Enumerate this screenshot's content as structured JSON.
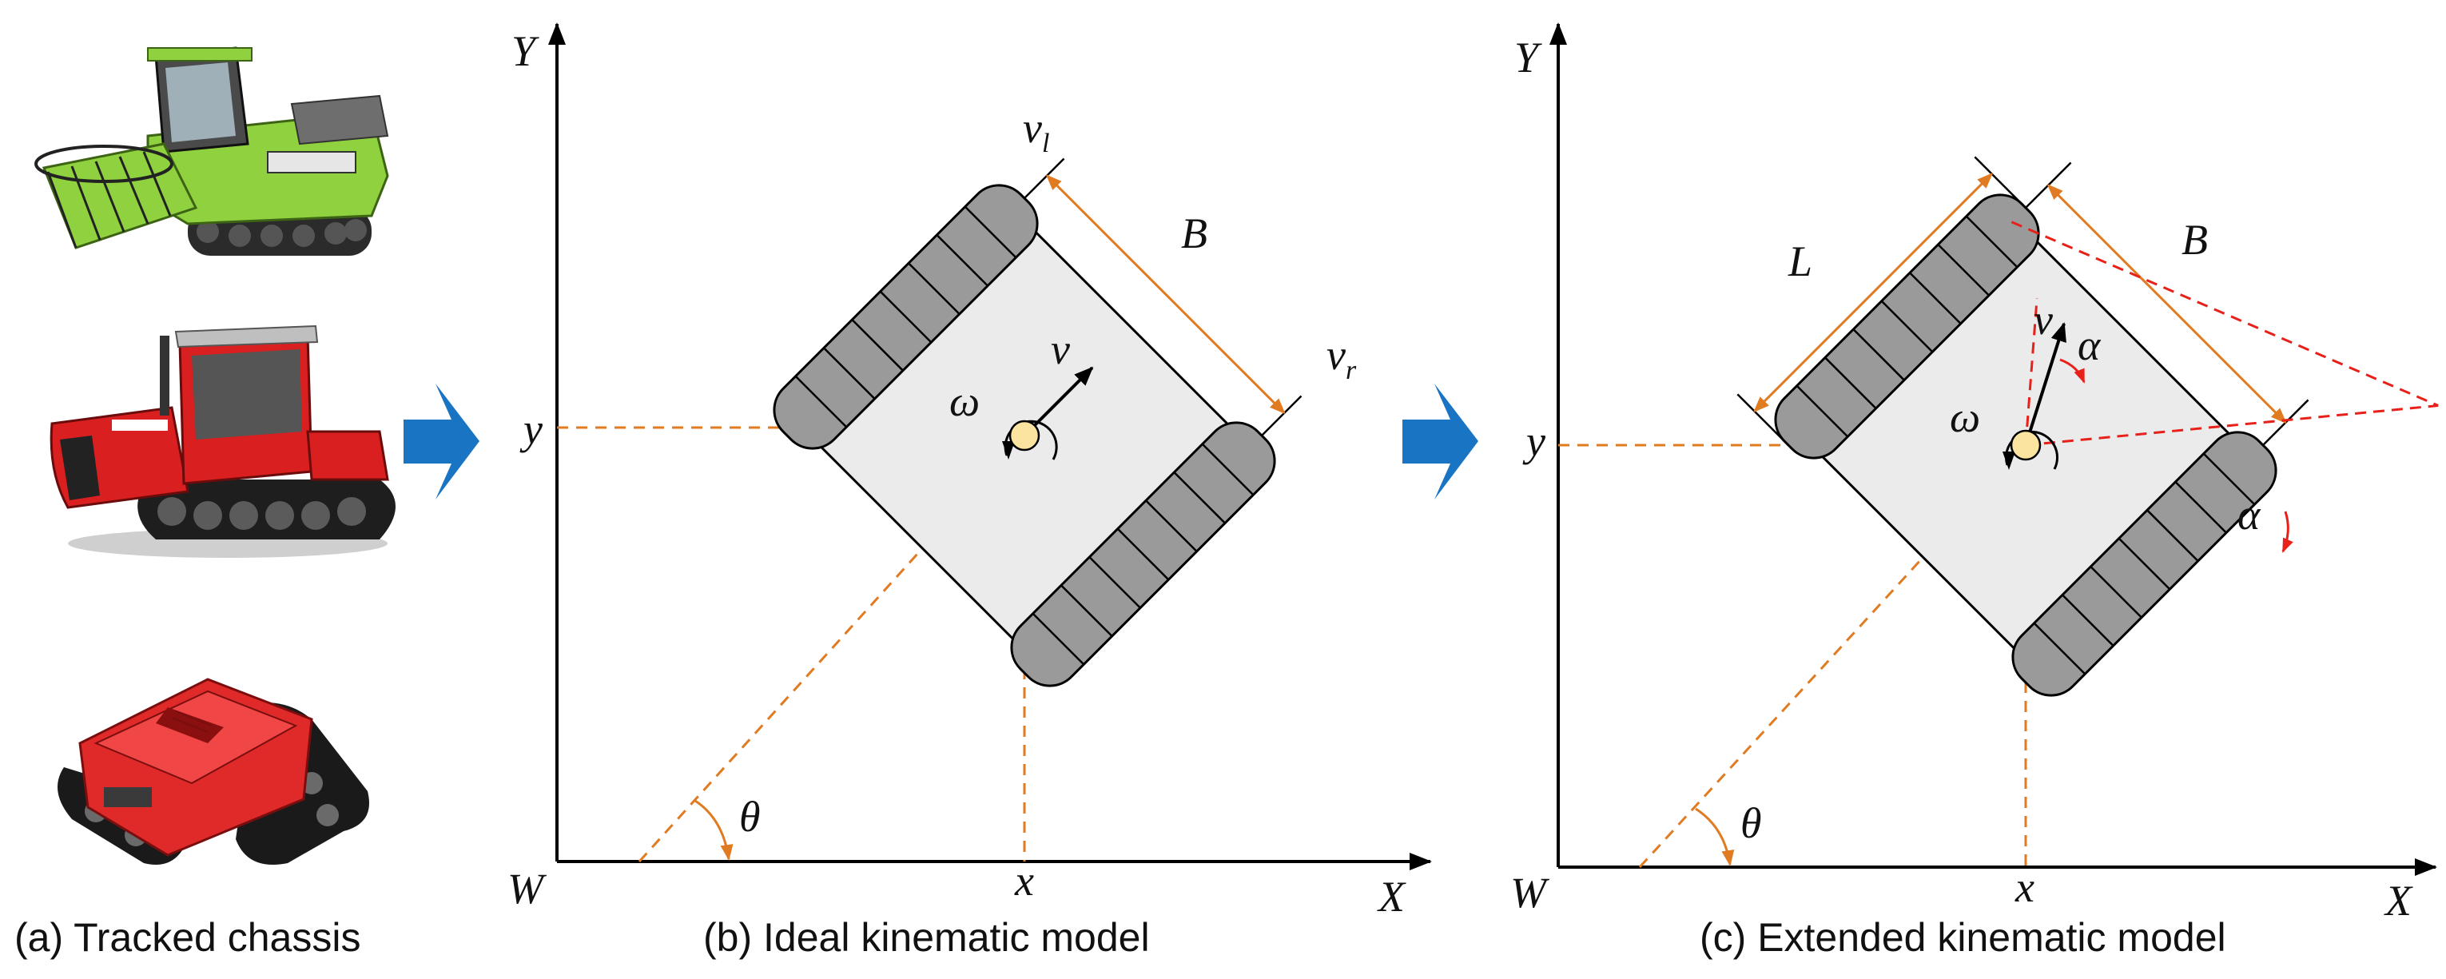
{
  "panels": {
    "a": {
      "caption": "(a) Tracked chassis",
      "images": [
        "combine-harvester",
        "crawler-tractor",
        "remote-control-tracked-mower"
      ]
    },
    "b": {
      "caption": "(b) Ideal kinematic model",
      "labels": {
        "Y": "Y",
        "X": "X",
        "W": "W",
        "x": "x",
        "y": "y",
        "v": "v",
        "omega": "ω",
        "theta": "θ",
        "B": "B",
        "vl": "v",
        "vl_sub": "l",
        "vr": "v",
        "vr_sub": "r"
      }
    },
    "c": {
      "caption": "(c) Extended kinematic model",
      "labels": {
        "Y": "Y",
        "X": "X",
        "W": "W",
        "x": "x",
        "y": "y",
        "v": "v",
        "omega": "ω",
        "theta": "θ",
        "B": "B",
        "L": "L",
        "alpha1": "α",
        "alpha2": "α"
      }
    }
  },
  "arrows": [
    "flow-arrow-a-to-b",
    "flow-arrow-b-to-c"
  ],
  "colors": {
    "axis": "#000000",
    "dimension": "#e07b22",
    "slip": "#e8201a",
    "track": "#9a9a9a",
    "body": "#ebebeb",
    "arrow_blue": "#1a74c4",
    "centre": "#fbe3a0",
    "harvester_green": "#8fd13f",
    "tractor_red": "#d91f1f",
    "mower_red": "#e02a2a"
  }
}
